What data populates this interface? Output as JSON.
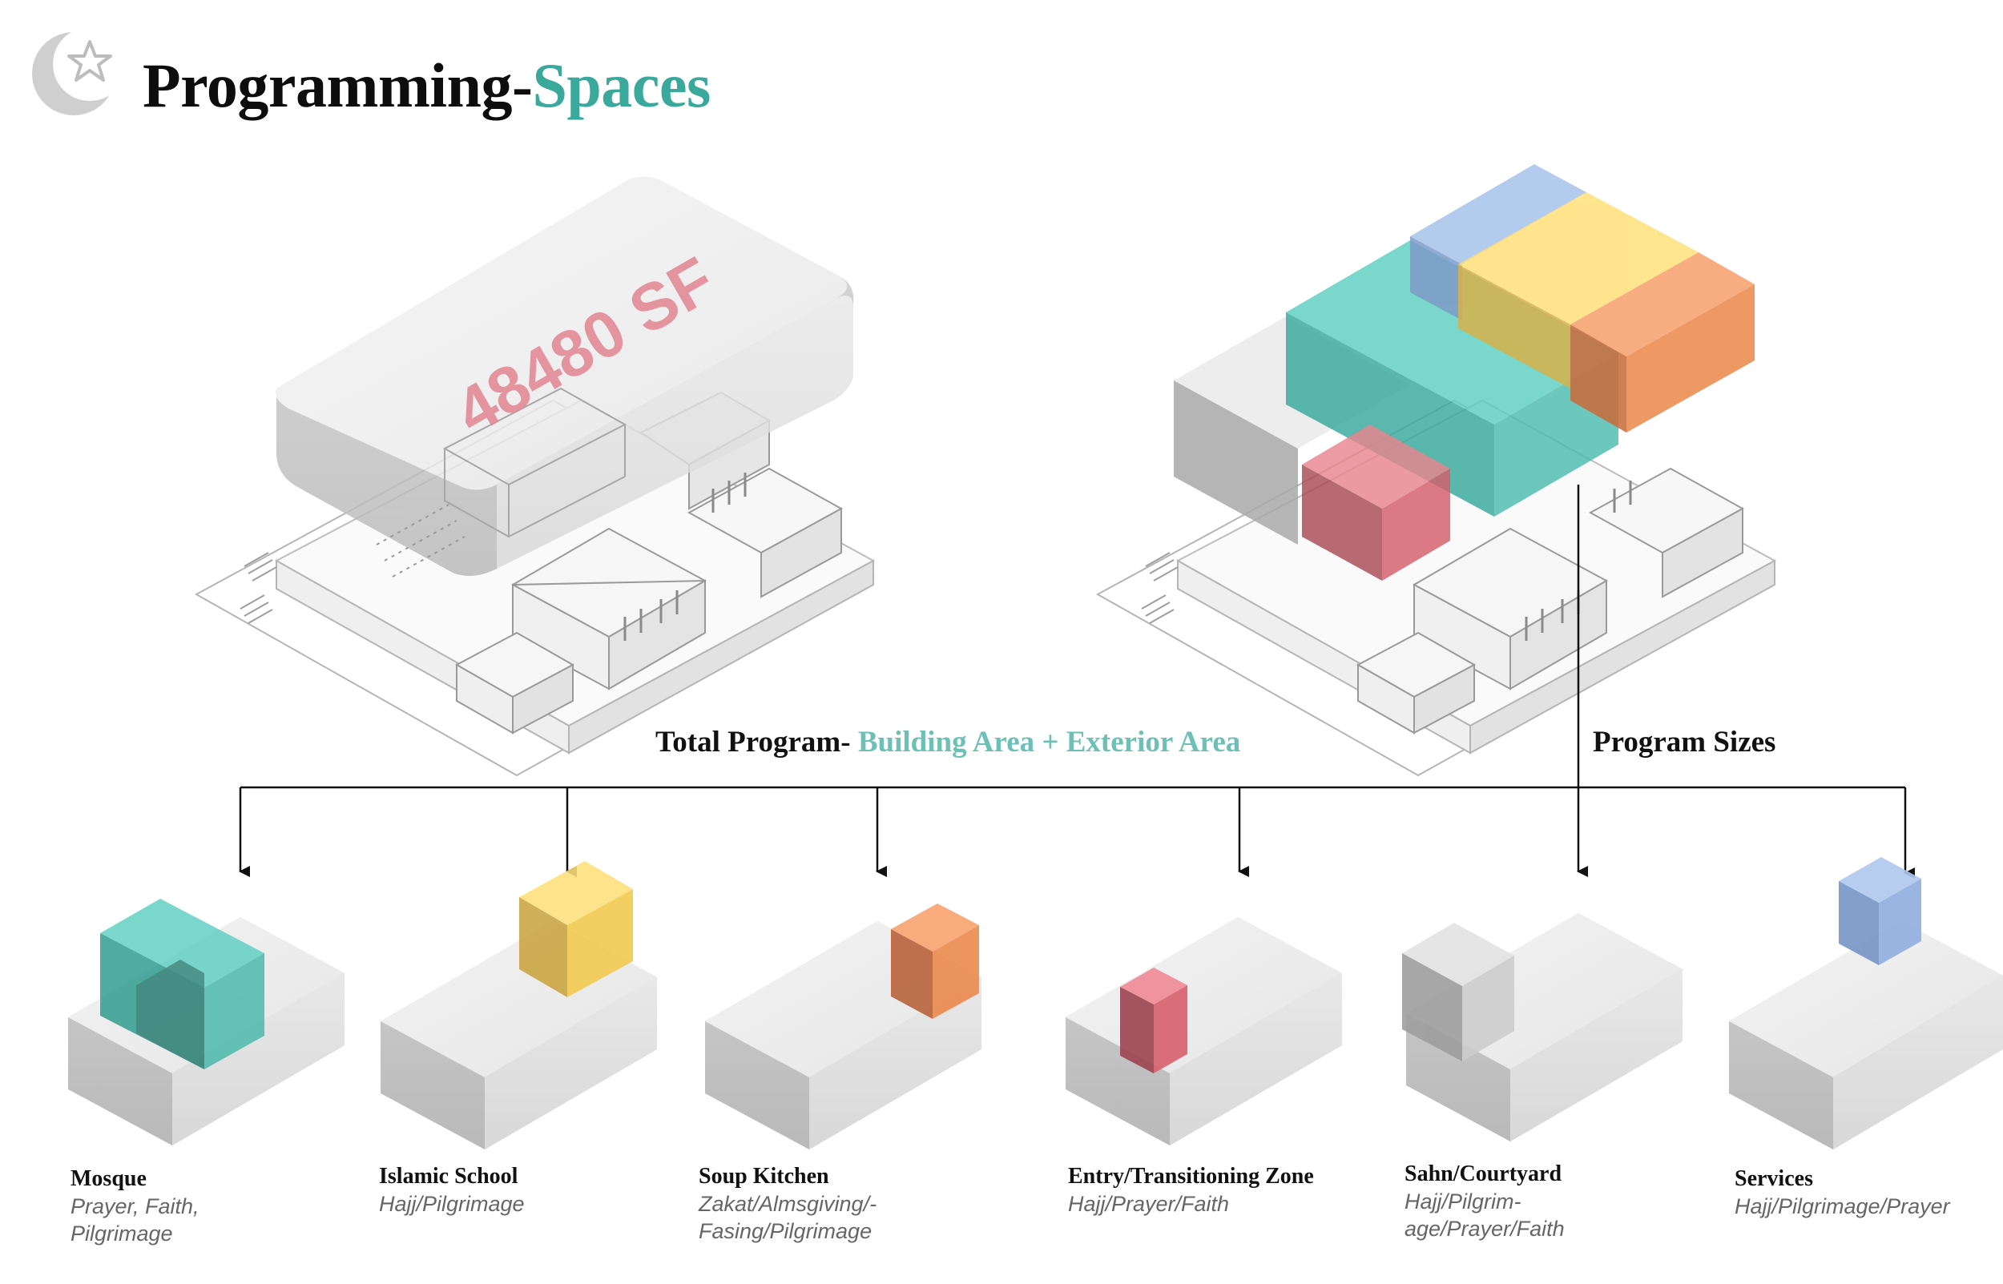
{
  "title": {
    "part1": "Programming-",
    "part2": "Spaces"
  },
  "area_label": "48480 SF",
  "caption_total": {
    "part1": "Total Program- ",
    "part2": "Building Area + Exterior Area"
  },
  "caption_sizes": "Program Sizes",
  "colors": {
    "accent": "#3aa89b",
    "teal": "#4fc7b8",
    "yellow": "#ffd35a",
    "orange": "#f0874a",
    "pink": "#e06a78",
    "blue": "#8db0e0",
    "area_text": "#e28793"
  },
  "programs": [
    {
      "name": "Mosque",
      "desc": "Prayer, Faith, Pilgrimage",
      "color": "#4fc7b8"
    },
    {
      "name": "Islamic School",
      "desc": "Hajj/Pilgrimage",
      "color": "#ffd35a"
    },
    {
      "name": "Soup Kitchen",
      "desc": "Zakat/Almsgiving/-Fasing/Pilgrimage",
      "color": "#f0874a"
    },
    {
      "name": "Entry/Transitioning Zone",
      "desc": "Hajj/Prayer/Faith",
      "color": "#e06a78"
    },
    {
      "name": "Sahn/Courtyard",
      "desc": "Hajj/Pilgrim-age/Prayer/Faith",
      "color": "#d6d6d6"
    },
    {
      "name": "Services",
      "desc": "Hajj/Pilgrimage/Prayer",
      "color": "#8db0e0"
    }
  ]
}
